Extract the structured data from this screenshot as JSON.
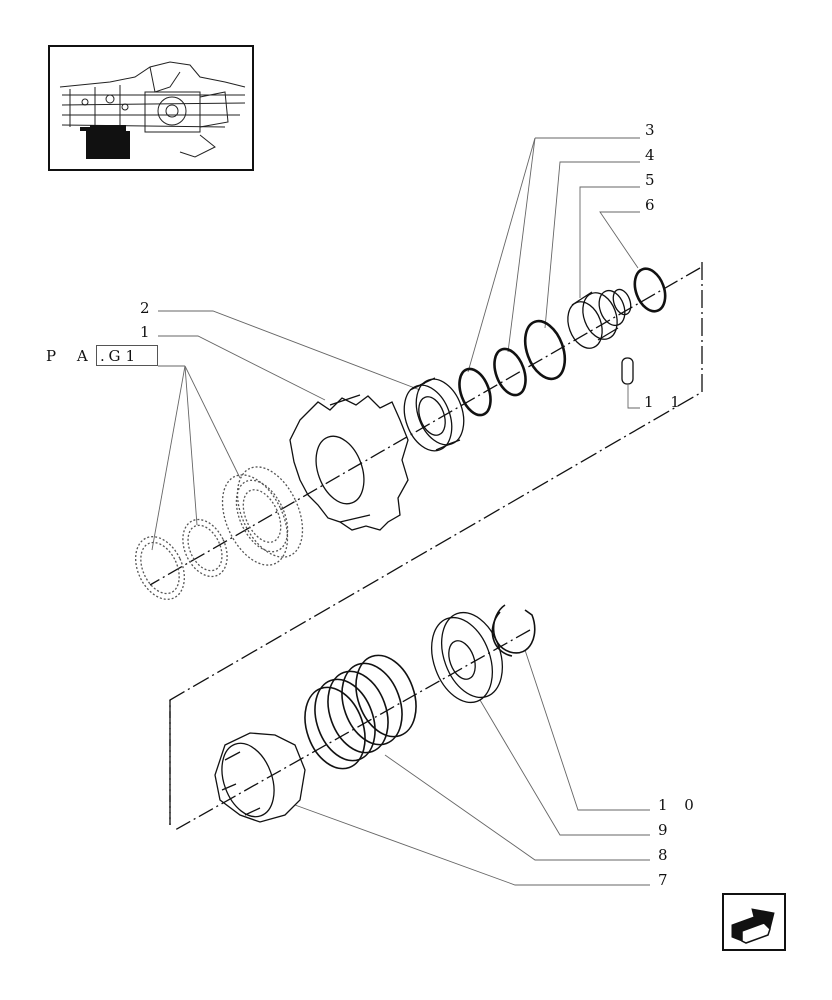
{
  "callouts": {
    "c1": "1",
    "c2": "2",
    "c3": "3",
    "c4": "4",
    "c5": "5",
    "c6": "6",
    "c7": "7",
    "c8": "8",
    "c9": "9",
    "c10": "1 0",
    "c11": "1 1"
  },
  "page_ref": {
    "label": "P A G",
    "number": ". 1"
  },
  "icons": {
    "thumbnail": "tractor-transmission-thumbnail",
    "navigation": "back-arrow-icon"
  }
}
